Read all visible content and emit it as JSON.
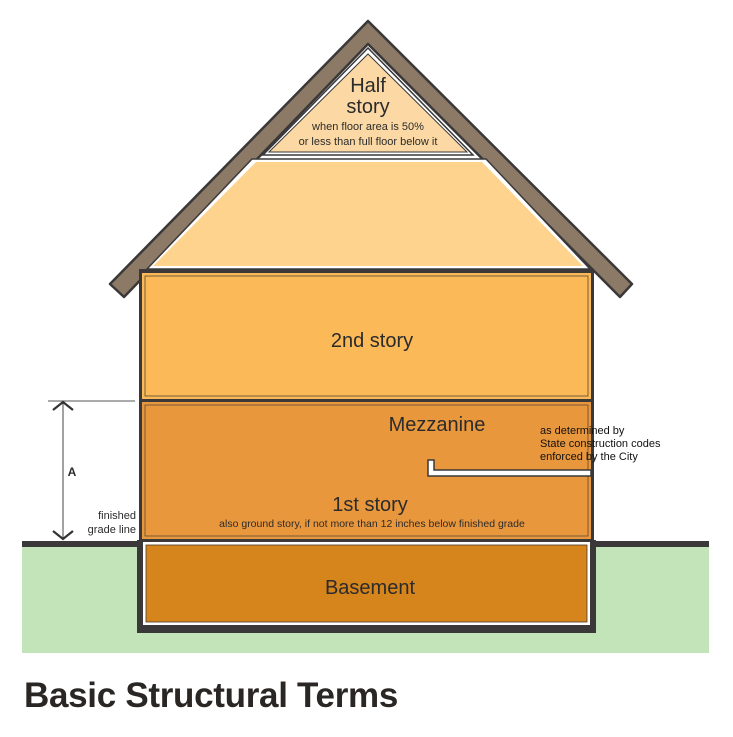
{
  "title": "Basic Structural Terms",
  "half_story": {
    "heading_line1": "Half",
    "heading_line2": "story",
    "note_line1": "when floor area is 50%",
    "note_line2": "or less than full floor below it"
  },
  "second_story": {
    "label": "2nd story"
  },
  "mezzanine": {
    "label": "Mezzanine",
    "note_line1": "as determined by",
    "note_line2": "State construction codes",
    "note_line3": "enforced by the City"
  },
  "first_story": {
    "label": "1st story",
    "note": "also ground story, if not more than 12 inches below finished grade"
  },
  "basement": {
    "label": "Basement"
  },
  "dimension": {
    "label": "A",
    "grade_line_line1": "finished",
    "grade_line_line2": "grade line"
  },
  "colors": {
    "roof": "#8c7a66",
    "outline": "#3a3838",
    "half_story_fill": "#fcd9a4",
    "attic_fill": "#fdd38e",
    "second_story_fill": "#fbb957",
    "first_story_fill": "#e9973d",
    "basement_fill": "#d6841c",
    "ground": "#c3e3b8"
  }
}
